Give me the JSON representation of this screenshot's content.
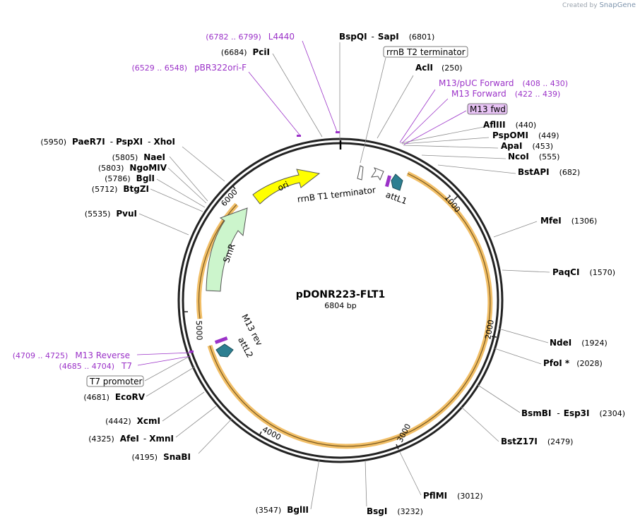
{
  "credit": {
    "prefix": "Created by",
    "brand": "SnapGene"
  },
  "plasmid": {
    "name": "pDONR223-FLT1",
    "length_label": "6804 bp",
    "length": 6804
  },
  "ticks": [
    "1000",
    "2000",
    "3000",
    "4000",
    "5000",
    "6000"
  ],
  "features": {
    "ori": "ori",
    "smr": "SmR",
    "rrnb_t1": "rrnB T1 terminator",
    "attl1": "attL1",
    "m13_rev": "M13 rev",
    "attl2": "attL2",
    "rrnb_t2": "rrnB T2 terminator",
    "m13_fwd": "M13 fwd",
    "t7_promoter": "T7 promoter"
  },
  "sites": [
    {
      "name": "BspQI",
      "name2": "SapI",
      "pos": "(6801)"
    },
    {
      "name": "AclI",
      "pos": "(250)"
    },
    {
      "name": "AflIII",
      "pos": "(440)"
    },
    {
      "name": "PspOMI",
      "pos": "(449)"
    },
    {
      "name": "ApaI",
      "pos": "(453)"
    },
    {
      "name": "NcoI",
      "pos": "(555)"
    },
    {
      "name": "BstAPI",
      "pos": "(682)"
    },
    {
      "name": "MfeI",
      "pos": "(1306)"
    },
    {
      "name": "PaqCI",
      "pos": "(1570)"
    },
    {
      "name": "NdeI",
      "pos": "(1924)"
    },
    {
      "name": "PfoI *",
      "pos": "(2028)"
    },
    {
      "name": "BsmBI",
      "name2": "Esp3I",
      "pos": "(2304)"
    },
    {
      "name": "BstZ17I",
      "pos": "(2479)"
    },
    {
      "name": "PflMI",
      "pos": "(3012)"
    },
    {
      "name": "BsgI",
      "pos": "(3232)"
    },
    {
      "name": "BglII",
      "pos": "(3547)"
    },
    {
      "name": "SnaBI",
      "pos": "(4195)"
    },
    {
      "name": "AfeI",
      "name2": "XmnI",
      "pos": "(4325)"
    },
    {
      "name": "XcmI",
      "pos": "(4442)"
    },
    {
      "name": "EcoRV",
      "pos": "(4681)"
    },
    {
      "name": "PvuI",
      "pos": "(5535)"
    },
    {
      "name": "BtgZI",
      "pos": "(5712)"
    },
    {
      "name": "BglI",
      "pos": "(5786)"
    },
    {
      "name": "NgoMIV",
      "pos": "(5803)"
    },
    {
      "name": "NaeI",
      "pos": "(5805)"
    },
    {
      "name": "PaeR7I",
      "name2": "PspXI",
      "name3": "XhoI",
      "pos": "(5950)"
    },
    {
      "name": "PciI",
      "pos": "(6684)"
    }
  ],
  "primers": [
    {
      "name": "L4440",
      "pos": "(6782 .. 6799)"
    },
    {
      "name": "pBR322ori-F",
      "pos": "(6529 .. 6548)"
    },
    {
      "name": "M13/pUC Forward",
      "pos": "(408 .. 430)"
    },
    {
      "name": "M13 Forward",
      "pos": "(422 .. 439)"
    },
    {
      "name": "M13 Reverse",
      "pos": "(4709 .. 4725)"
    },
    {
      "name": "T7",
      "pos": "(4685 .. 4704)"
    }
  ],
  "colors": {
    "ori": "#ffff00",
    "smr": "#ccf5cc",
    "orf": "#f0b44c",
    "att": "#2d7f91",
    "primer": "#9b32c8"
  }
}
